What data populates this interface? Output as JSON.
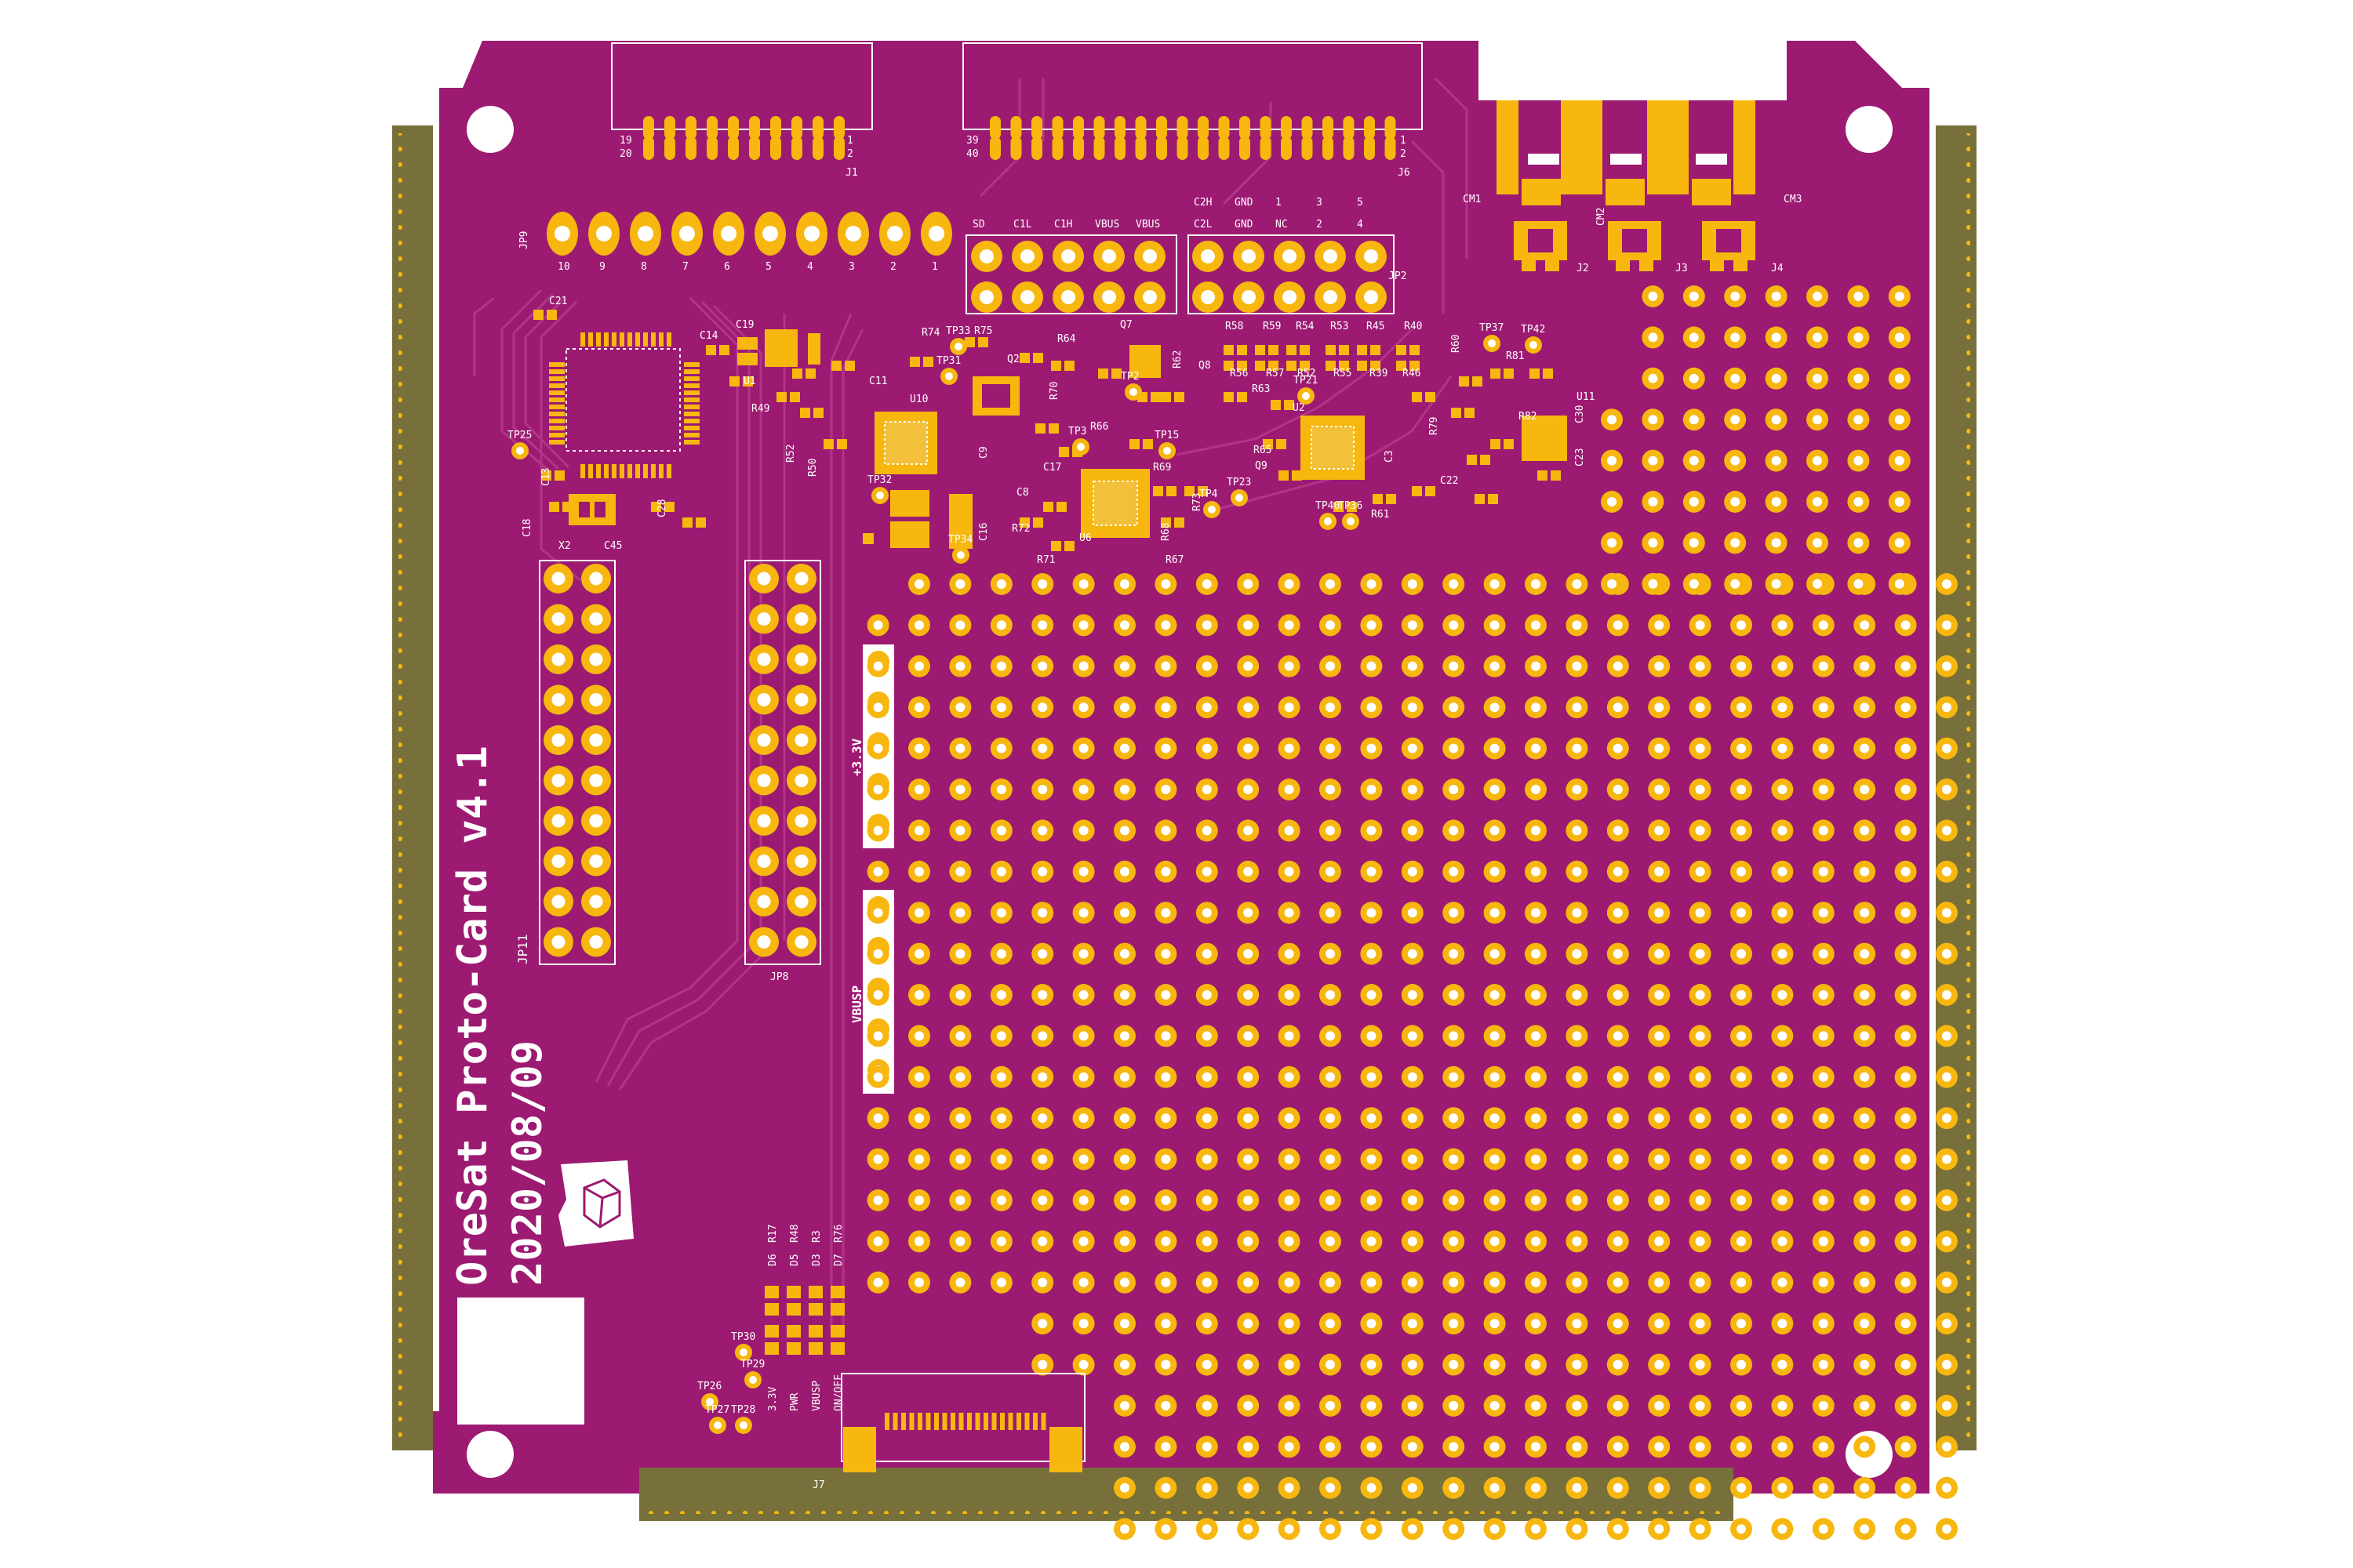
{
  "board": {
    "title": "OreSat Proto-Card v4.1",
    "date": "2020/08/09",
    "colors": {
      "soldermask": "#9c1a72",
      "copper": "#f7b70f",
      "edge": "#77703a",
      "silkscreen": "#ffffff"
    }
  },
  "connectors": {
    "j1": {
      "ref": "J1",
      "pin_tl": "19",
      "pin_bl": "20",
      "pin_tr": "1",
      "pin_br": "2"
    },
    "j6": {
      "ref": "J6",
      "pin_tl": "39",
      "pin_bl": "40",
      "pin_tr": "1",
      "pin_br": "2"
    },
    "j7": {
      "ref": "J7"
    },
    "cm1": "CM1",
    "cm2": "CM2",
    "cm3": "CM3",
    "j2": "J2",
    "j3": "J3",
    "j4": "J4"
  },
  "jp9": {
    "ref": "JP9",
    "pins": [
      "10",
      "9",
      "8",
      "7",
      "6",
      "5",
      "4",
      "3",
      "2",
      "1"
    ]
  },
  "jp2": {
    "ref": "JP2",
    "labels_left": [
      "SD",
      "C1L",
      "C1H",
      "VBUS",
      "VBUS"
    ],
    "labels_right_top": [
      "C2H",
      "GND",
      "1",
      "3",
      "5"
    ],
    "labels_right_bottom": [
      "C2L",
      "GND",
      "NC",
      "2",
      "4"
    ]
  },
  "jp11": {
    "ref": "JP11"
  },
  "jp8": {
    "ref": "JP8"
  },
  "rails": {
    "rail_3v3": "+3.3V",
    "rail_vbusp": "VBUSP"
  },
  "leds": {
    "resistors": [
      "R17",
      "R48",
      "R3",
      "R76"
    ],
    "diodes": [
      "D6",
      "D5",
      "D3",
      "D7"
    ],
    "labels": [
      "3.3V",
      "PWR",
      "VBUSP",
      "ON/OFF"
    ]
  },
  "testpoints": [
    "TP30",
    "TP26",
    "TP29",
    "TP27",
    "TP28",
    "TP25",
    "TP32",
    "TP34",
    "TP31",
    "TP33",
    "TP2",
    "TP3",
    "TP15",
    "TP4",
    "TP23",
    "TP21",
    "TP40",
    "TP36",
    "TP37",
    "TP42"
  ],
  "components": {
    "c21": "C21",
    "c14": "C14",
    "c19": "C19",
    "u1": "U1",
    "r49": "R49",
    "r52": "R52",
    "r50": "R50",
    "c13": "C13",
    "c18": "C18",
    "x2": "X2",
    "c45": "C45",
    "c28": "C28",
    "c11": "C11",
    "u10": "U10",
    "c9": "C9",
    "c16": "C16",
    "r74": "R74",
    "r75": "R75",
    "q2": "Q2",
    "r64": "R64",
    "q7": "Q7",
    "r62": "R62",
    "r70": "R70",
    "r66": "R66",
    "c17": "C17",
    "c8": "C8",
    "u6": "U6",
    "r69": "R69",
    "r72": "R72",
    "r71": "R71",
    "r68": "R68",
    "r67": "R67",
    "r73": "R73",
    "r58": "R58",
    "r59": "R59",
    "r54": "R54",
    "r53": "R53",
    "r45": "R45",
    "r40": "R40",
    "r56": "R56",
    "r57": "R57",
    "r52b": "R52",
    "r55": "R55",
    "r39": "R39",
    "r46": "R46",
    "q8": "Q8",
    "r63": "R63",
    "u2": "U2",
    "r65": "R65",
    "q9": "Q9",
    "r61": "R61",
    "c3": "C3",
    "r60": "R60",
    "r81": "R81",
    "r82": "R82",
    "c22": "C22",
    "r79": "R79",
    "u11": "U11",
    "c23": "C23",
    "c30": "C30"
  }
}
